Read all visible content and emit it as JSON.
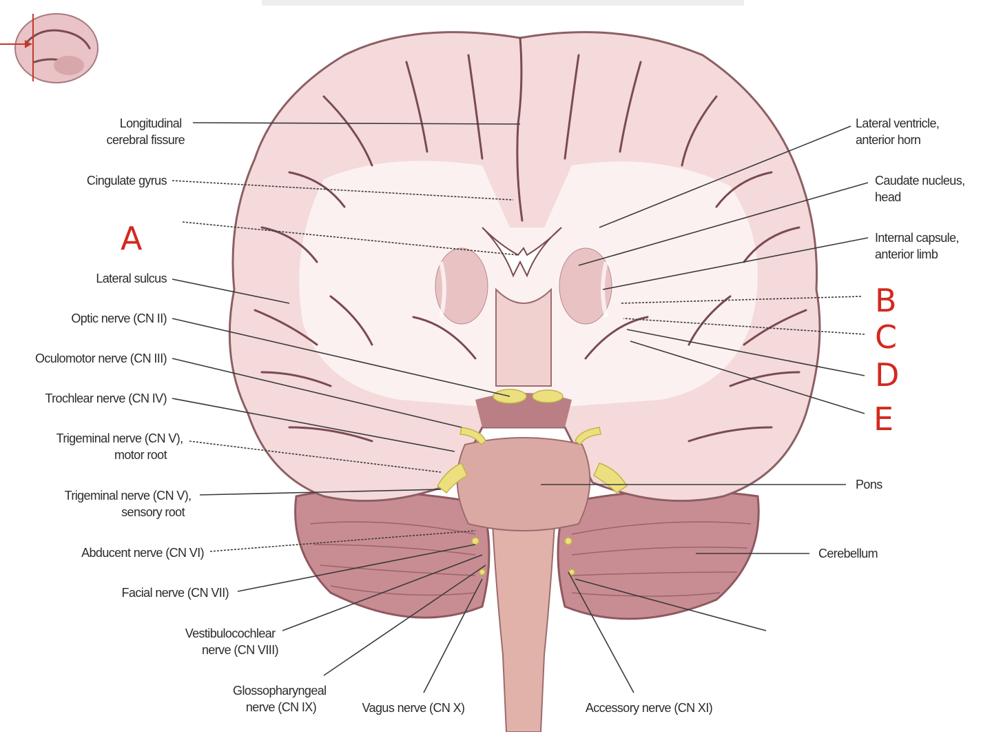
{
  "labels_left": [
    {
      "id": "longitudinal",
      "lines": [
        "Longitudinal",
        "cerebral fissure"
      ]
    },
    {
      "id": "cingulate",
      "lines": [
        "Cingulate gyrus"
      ]
    },
    {
      "id": "lateral-sulcus",
      "lines": [
        "Lateral sulcus"
      ]
    },
    {
      "id": "optic",
      "lines": [
        "Optic nerve (CN II)"
      ]
    },
    {
      "id": "oculomotor",
      "lines": [
        "Oculomotor nerve (CN III)"
      ]
    },
    {
      "id": "trochlear",
      "lines": [
        "Trochlear nerve (CN IV)"
      ]
    },
    {
      "id": "trigeminal-motor",
      "lines": [
        "Trigeminal nerve (CN V),",
        "motor root"
      ]
    },
    {
      "id": "trigeminal-sensory",
      "lines": [
        "Trigeminal nerve (CN V),",
        "sensory root"
      ]
    },
    {
      "id": "abducent",
      "lines": [
        "Abducent nerve (CN VI)"
      ]
    },
    {
      "id": "facial",
      "lines": [
        "Facial nerve (CN VII)"
      ]
    },
    {
      "id": "vestibulocochlear",
      "lines": [
        "Vestibulocochlear",
        "nerve (CN VIII)"
      ]
    }
  ],
  "labels_right": [
    {
      "id": "lateral-ventricle",
      "lines": [
        "Lateral ventricle,",
        "anterior horn"
      ]
    },
    {
      "id": "caudate",
      "lines": [
        "Caudate nucleus,",
        "head"
      ]
    },
    {
      "id": "internal-capsule",
      "lines": [
        "Internal capsule,",
        "anterior limb"
      ]
    },
    {
      "id": "pons",
      "lines": [
        "Pons"
      ]
    },
    {
      "id": "cerebellum",
      "lines": [
        "Cerebellum"
      ]
    }
  ],
  "labels_bottom": [
    {
      "id": "glossopharyngeal",
      "lines": [
        "Glossopharyngeal",
        "nerve (CN IX)"
      ]
    },
    {
      "id": "vagus",
      "lines": [
        "Vagus nerve (CN X)"
      ]
    },
    {
      "id": "accessory",
      "lines": [
        "Accessory nerve (CN XI)"
      ]
    }
  ],
  "handwritten_letters": [
    "A",
    "B",
    "C",
    "D",
    "E"
  ],
  "colors": {
    "label_text": "#2b2b2b",
    "leader_line": "#3a3a3a",
    "handwriting": "#d2291f",
    "gray_matter": "#f4dada",
    "white_matter": "#fbf1f0",
    "nerve": "#e8e07a",
    "brainstem": "#e3b8ad",
    "cerebellum": "#c98d94"
  }
}
